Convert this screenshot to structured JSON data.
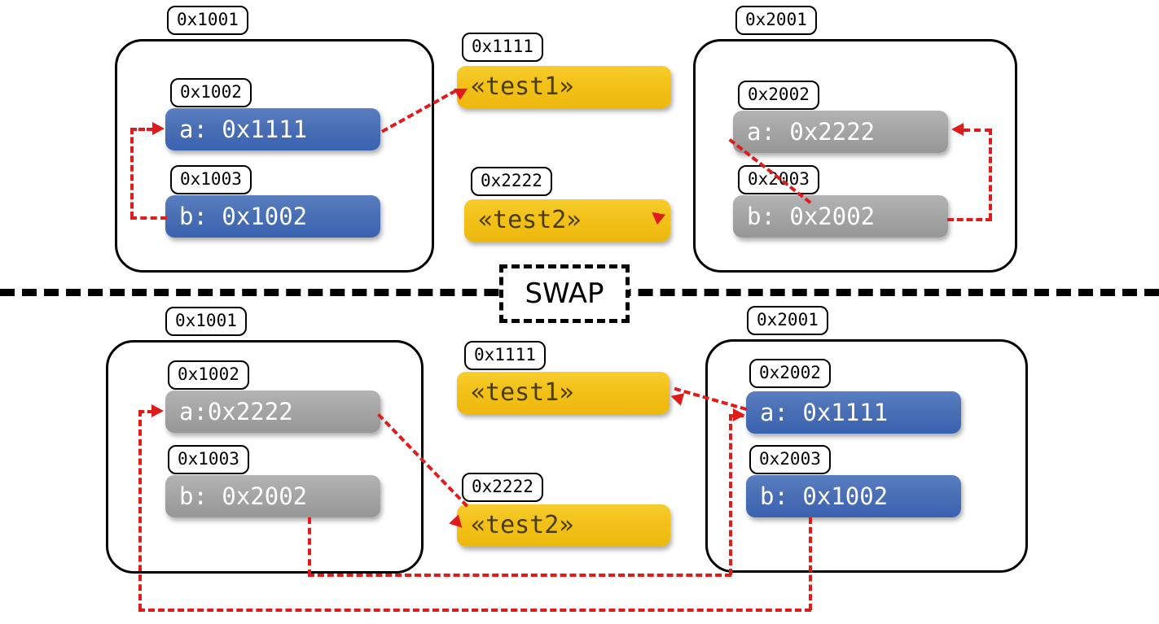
{
  "diagram": {
    "title": "Pointer swap memory diagram",
    "divider_label": "SWAP",
    "colors": {
      "pointer_blue": "#4a6fb5",
      "pointer_gray": "#a6a6a6",
      "string_yellow": "#f2c118",
      "arrow_red": "#e01b1b",
      "outline_black": "#000000"
    }
  },
  "before": {
    "left_frame": {
      "address": "0x1001",
      "slots": [
        {
          "address": "0x1002",
          "value": "a: 0x1111",
          "style": "blue"
        },
        {
          "address": "0x1003",
          "value": "b: 0x1002",
          "style": "blue"
        }
      ]
    },
    "right_frame": {
      "address": "0x2001",
      "slots": [
        {
          "address": "0x2002",
          "value": "a: 0x2222",
          "style": "gray"
        },
        {
          "address": "0x2003",
          "value": "b: 0x2002",
          "style": "gray"
        }
      ]
    },
    "strings": [
      {
        "address": "0x1111",
        "value": "«test1»",
        "style": "yellow"
      },
      {
        "address": "0x2222",
        "value": "«test2»",
        "style": "yellow"
      }
    ]
  },
  "after": {
    "left_frame": {
      "address": "0x1001",
      "slots": [
        {
          "address": "0x1002",
          "value": "a:0x2222",
          "style": "gray"
        },
        {
          "address": "0x1003",
          "value": "b: 0x2002",
          "style": "gray"
        }
      ]
    },
    "right_frame": {
      "address": "0x2001",
      "slots": [
        {
          "address": "0x2002",
          "value": "a: 0x1111",
          "style": "blue"
        },
        {
          "address": "0x2003",
          "value": "b: 0x1002",
          "style": "blue"
        }
      ]
    },
    "strings": [
      {
        "address": "0x1111",
        "value": "«test1»",
        "style": "yellow"
      },
      {
        "address": "0x2222",
        "value": "«test2»",
        "style": "yellow"
      }
    ]
  }
}
